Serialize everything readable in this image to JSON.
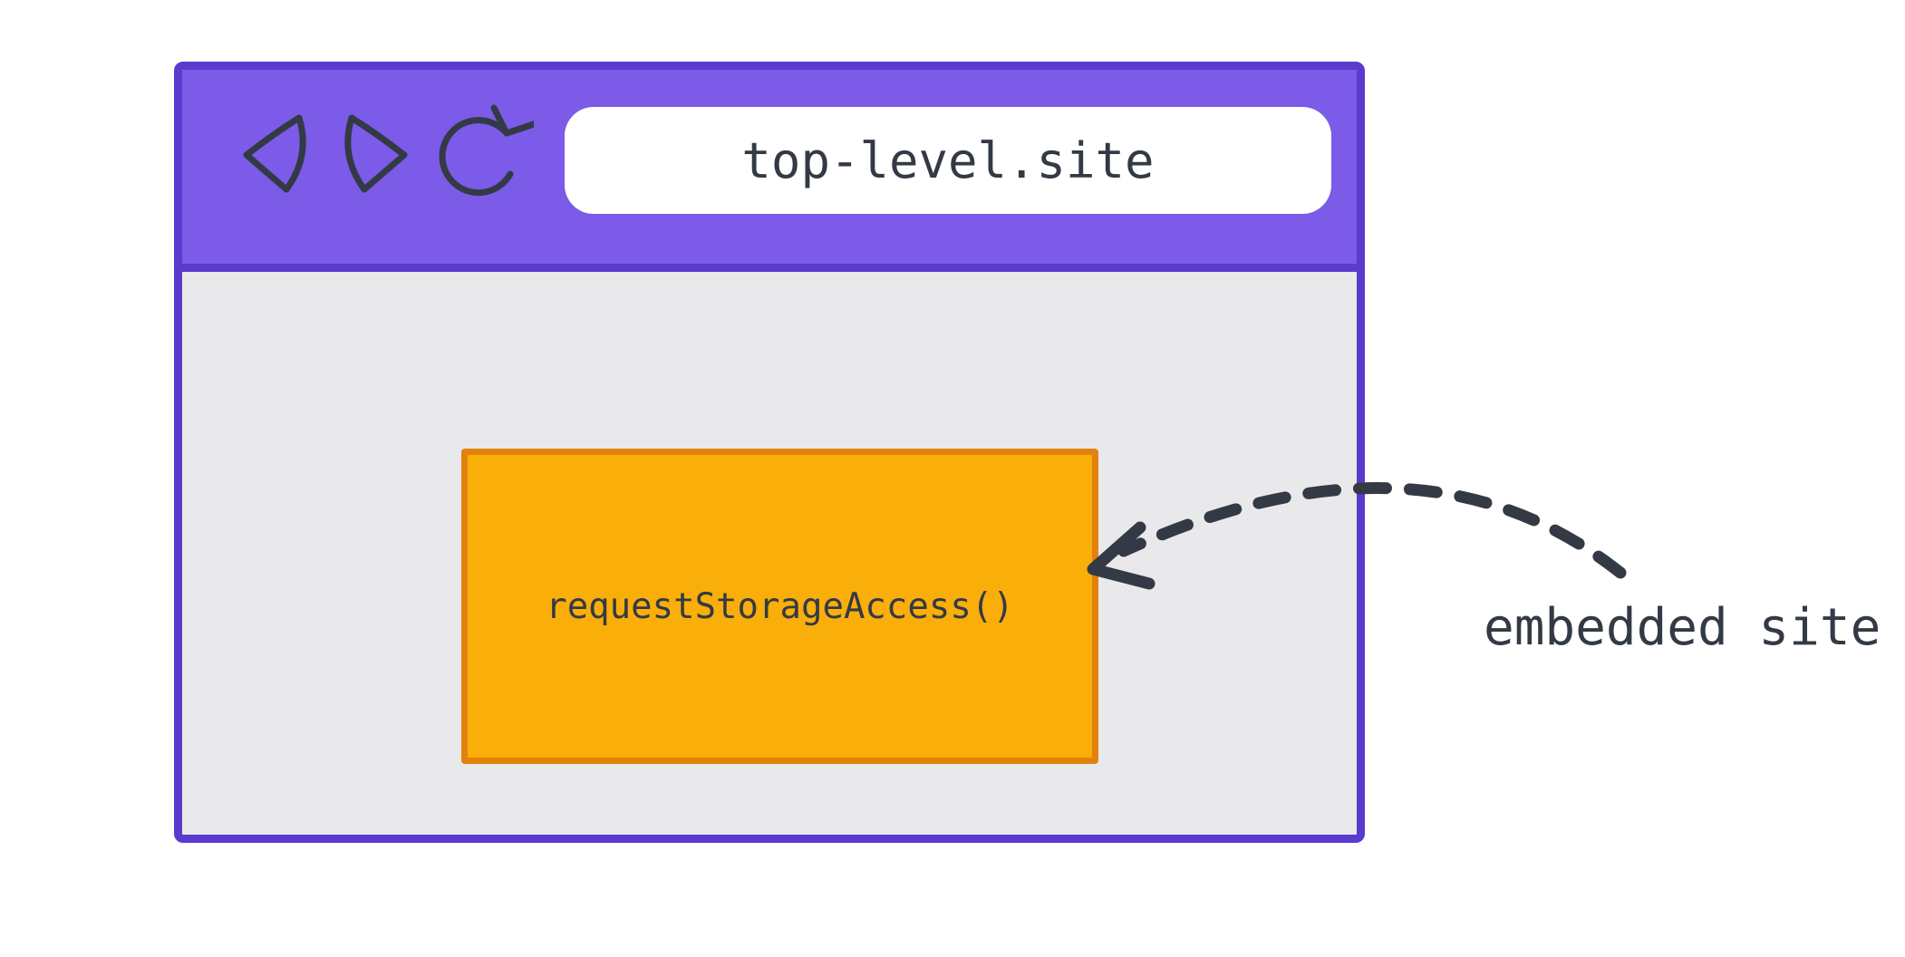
{
  "browser_window": {
    "address_bar": {
      "value": "top-level.site"
    },
    "nav": {
      "back_icon": "back",
      "forward_icon": "forward",
      "reload_icon": "reload"
    }
  },
  "embedded_frame": {
    "label": "requestStorageAccess()"
  },
  "annotation": {
    "label": "embedded site"
  },
  "colors": {
    "chrome_fill": "#7b5be7",
    "chrome_border": "#5b3bce",
    "page_fill": "#e9e9eb",
    "frame_fill": "#faae0a",
    "frame_border": "#e2820c",
    "ink": "#333a45",
    "address_bar_fill": "#ffffff",
    "background": "#ffffff"
  }
}
